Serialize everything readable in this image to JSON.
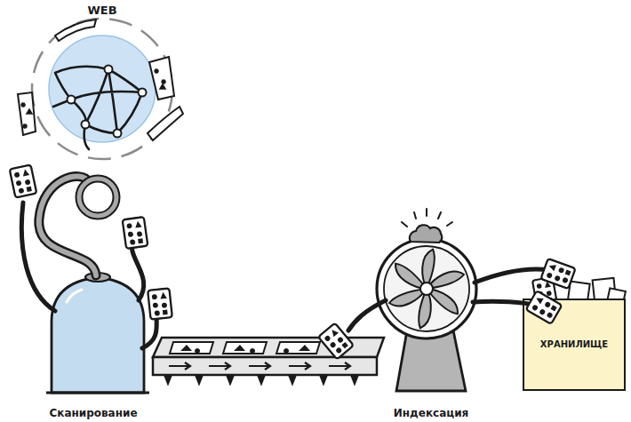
{
  "diagram": {
    "nodes": [
      {
        "text": [
          "WEB"
        ]
      },
      {
        "text": [
          "Сканирование"
        ]
      },
      {
        "text": [
          "Индексация"
        ]
      },
      {
        "text": [
          "ХРАНИЛИЩЕ"
        ]
      }
    ]
  }
}
